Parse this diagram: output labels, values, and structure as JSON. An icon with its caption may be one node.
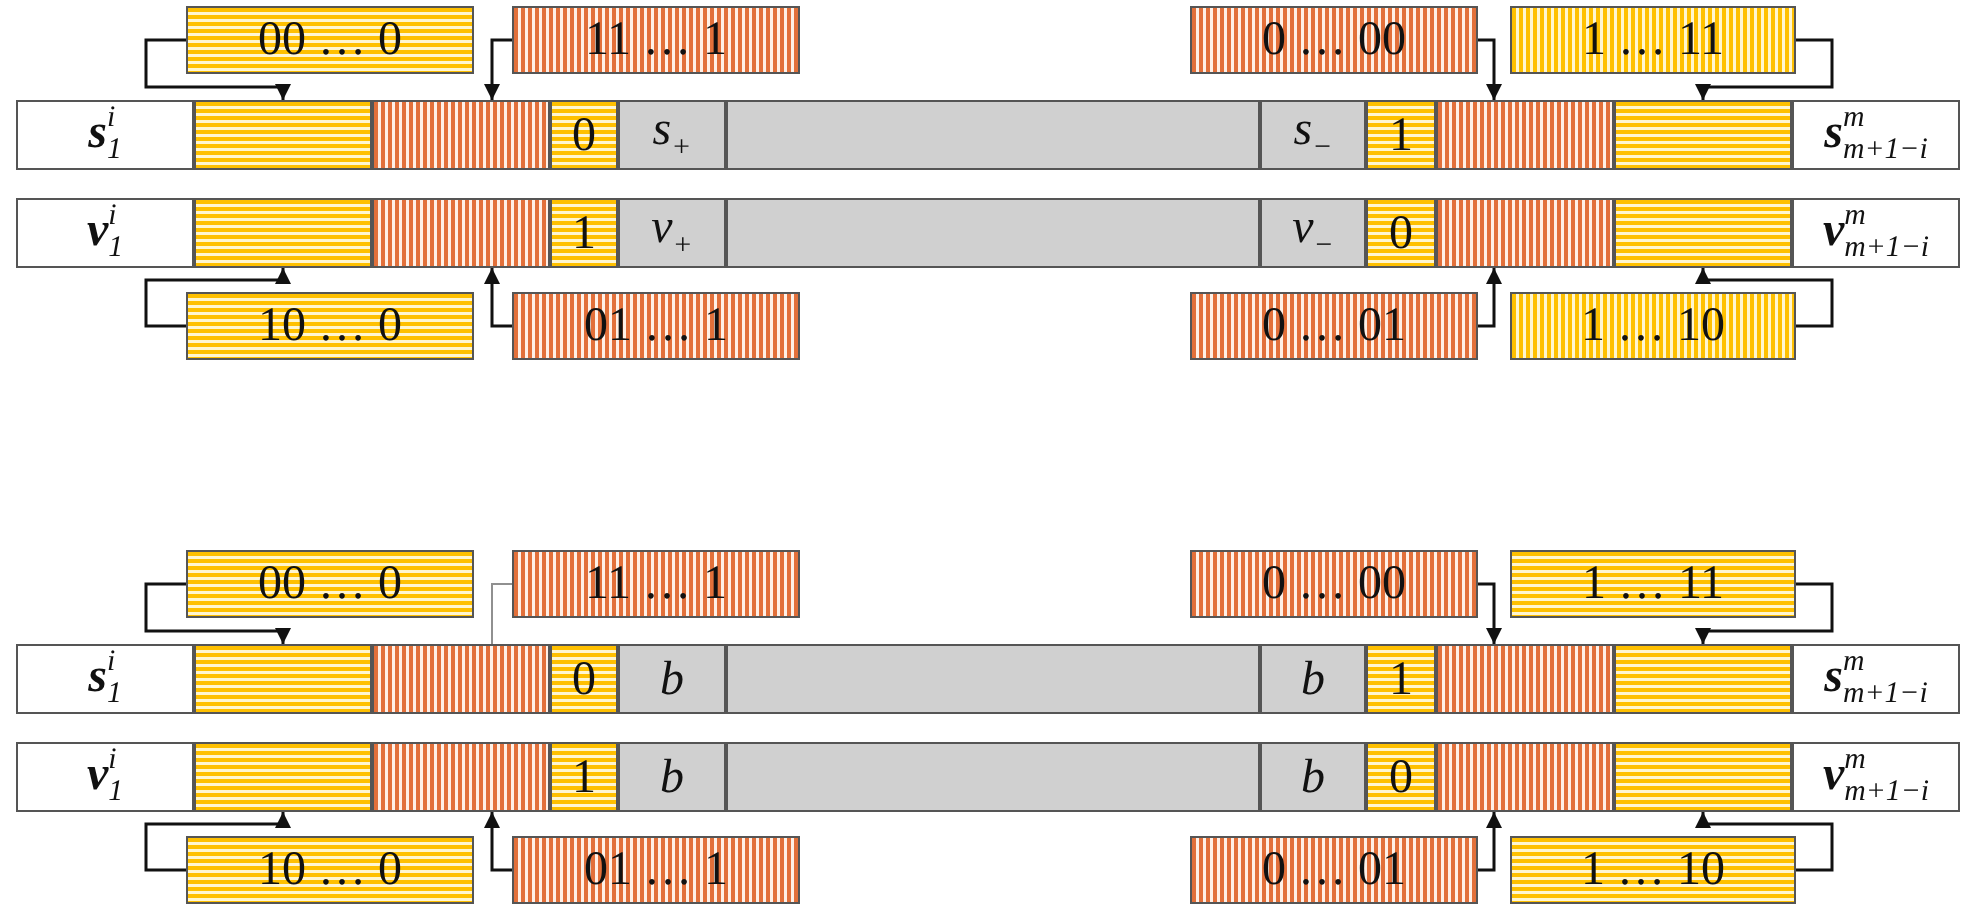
{
  "diagram": {
    "nodes": [
      {
        "text": [
          "00 … 0"
        ]
      },
      {
        "text": [
          "11 … 1"
        ]
      },
      {
        "text": [
          "0 … 00"
        ]
      },
      {
        "text": [
          "1 … 11"
        ]
      },
      {
        "text": [
          "**s**$_{1}$$^{i}$"
        ]
      },
      {
        "text": [],
        "shape": "box"
      },
      {
        "text": [],
        "shape": "box"
      },
      {
        "text": [
          "0"
        ]
      },
      {
        "text": [
          "s$_{+}$"
        ]
      },
      {
        "text": [],
        "shape": "box"
      },
      {
        "text": [
          "s$_{−}$"
        ]
      },
      {
        "text": [
          "1"
        ]
      },
      {
        "text": [],
        "shape": "box"
      },
      {
        "text": [],
        "shape": "box"
      },
      {
        "text": [
          "**s**$_{m+1−i}$$^{m}$"
        ]
      },
      {
        "text": [
          "**v**$_{1}$$^{i}$"
        ]
      },
      {
        "text": [],
        "shape": "box"
      },
      {
        "text": [],
        "shape": "box"
      },
      {
        "text": [
          "1"
        ]
      },
      {
        "text": [
          "v$_{+}$"
        ]
      },
      {
        "text": [],
        "shape": "box"
      },
      {
        "text": [
          "v$_{−}$"
        ]
      },
      {
        "text": [
          "0"
        ]
      },
      {
        "text": [],
        "shape": "box"
      },
      {
        "text": [],
        "shape": "box"
      },
      {
        "text": [
          "**v**$_{m+1−i}$$^{m}$"
        ]
      },
      {
        "text": [
          "10 … 0"
        ]
      },
      {
        "text": [
          "01 … 1"
        ]
      },
      {
        "text": [
          "0 … 01"
        ]
      },
      {
        "text": [
          "1 … 10"
        ]
      },
      {
        "text": [
          "00 … 0"
        ]
      },
      {
        "text": [
          "11 … 1"
        ]
      },
      {
        "text": [
          "0 … 00"
        ]
      },
      {
        "text": [
          "1 … 11"
        ]
      },
      {
        "text": [
          "**s**$_{1}$$^{i}$"
        ]
      },
      {
        "text": [],
        "shape": "box"
      },
      {
        "text": [],
        "shape": "box"
      },
      {
        "text": [
          "0"
        ]
      },
      {
        "text": [
          "b"
        ]
      },
      {
        "text": [],
        "shape": "box"
      },
      {
        "text": [
          "b"
        ]
      },
      {
        "text": [
          "1"
        ]
      },
      {
        "text": [],
        "shape": "box"
      },
      {
        "text": [],
        "shape": "box"
      },
      {
        "text": [
          "**s**$_{m+1−i}$$^{m}$"
        ]
      },
      {
        "text": [
          "**v**$_{1}$$^{i}$"
        ]
      },
      {
        "text": [],
        "shape": "box"
      },
      {
        "text": [],
        "shape": "box"
      },
      {
        "text": [
          "1"
        ]
      },
      {
        "text": [
          "b"
        ]
      },
      {
        "text": [],
        "shape": "box"
      },
      {
        "text": [
          "b"
        ]
      },
      {
        "text": [
          "0"
        ]
      },
      {
        "text": [],
        "shape": "box"
      },
      {
        "text": [],
        "shape": "box"
      },
      {
        "text": [
          "**v**$_{m+1−i}$$^{m}$"
        ]
      },
      {
        "text": [
          "10 … 0"
        ]
      },
      {
        "text": [
          "01 … 1"
        ]
      },
      {
        "text": [
          "0 … 01"
        ]
      },
      {
        "text": [
          "1 … 10"
        ]
      }
    ],
    "edges": [
      {
        "from": 0,
        "to": 5,
        "arrow": "to"
      },
      {
        "from": 1,
        "to": 6,
        "arrow": "to"
      },
      {
        "from": 2,
        "to": 12,
        "arrow": "to"
      },
      {
        "from": 3,
        "to": 13,
        "arrow": "to"
      },
      {
        "from": 26,
        "to": 16,
        "arrow": "to"
      },
      {
        "from": 27,
        "to": 17,
        "arrow": "to"
      },
      {
        "from": 28,
        "to": 23,
        "arrow": "to"
      },
      {
        "from": 29,
        "to": 24,
        "arrow": "to"
      },
      {
        "from": 30,
        "to": 35,
        "arrow": "to"
      },
      {
        "from": 31,
        "to": 36,
        "arrow": "none",
        "color": "#909090"
      },
      {
        "from": 32,
        "to": 42,
        "arrow": "to"
      },
      {
        "from": 33,
        "to": 43,
        "arrow": "to"
      },
      {
        "from": 56,
        "to": 46,
        "arrow": "to"
      },
      {
        "from": 57,
        "to": 47,
        "arrow": "to"
      },
      {
        "from": 58,
        "to": 53,
        "arrow": "to"
      },
      {
        "from": 59,
        "to": 54,
        "arrow": "to"
      }
    ]
  }
}
